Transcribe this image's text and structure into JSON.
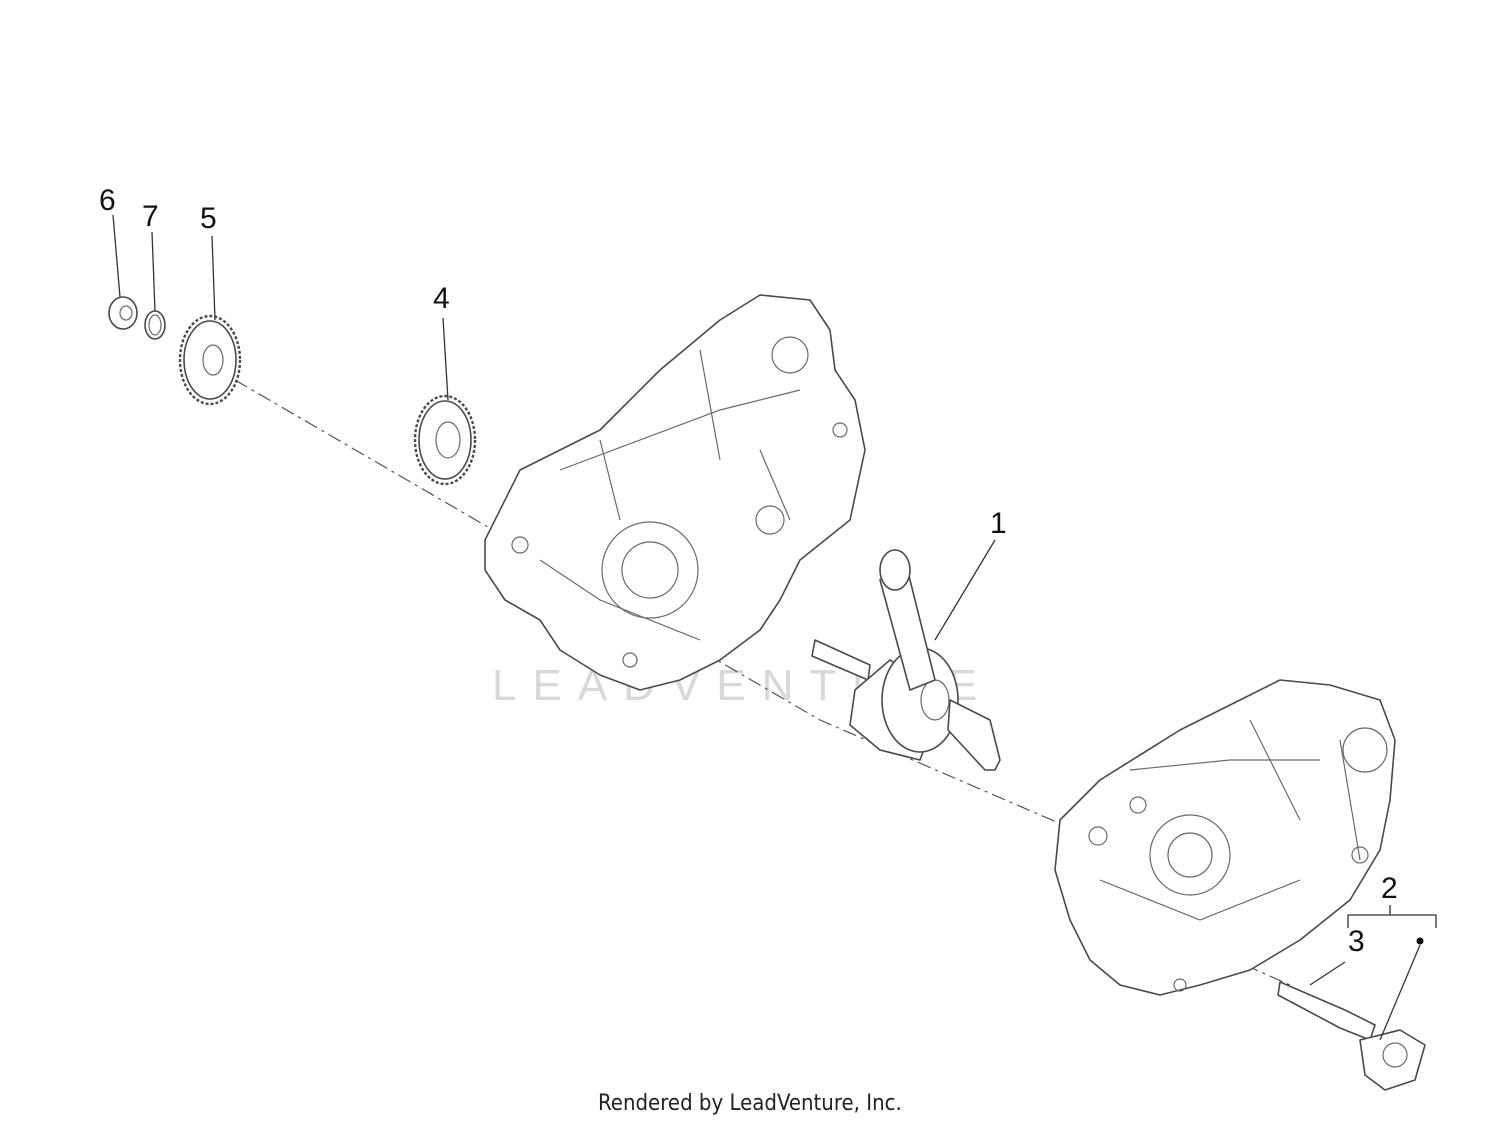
{
  "watermark": "LEADVENTURE",
  "footer": "Rendered by LeadVenture, Inc.",
  "callouts": {
    "c1": "1",
    "c2": "2",
    "c3": "3",
    "c4": "4",
    "c5": "5",
    "c6": "6",
    "c7": "7"
  }
}
